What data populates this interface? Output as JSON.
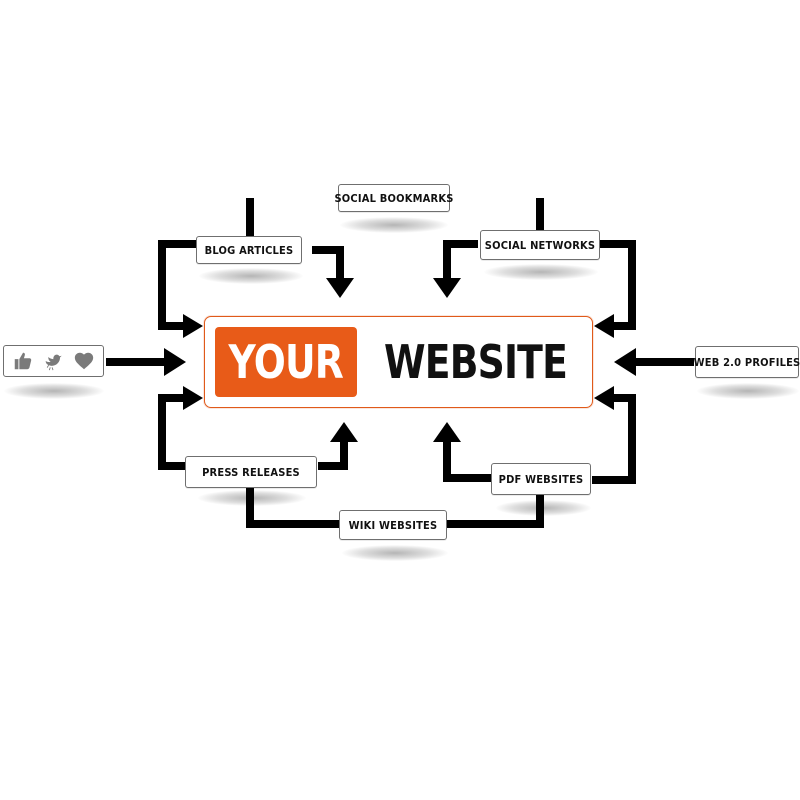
{
  "center": {
    "your_label": "YOUR",
    "website_label": "WEBSITE"
  },
  "sources": {
    "social_bookmarks": "SOCIAL BOOKMARKS",
    "blog_articles": "BLOG ARTICLES",
    "social_networks": "SOCIAL NETWORKS",
    "web_profiles": "WEB 2.0 PROFILES",
    "press_releases": "PRESS RELEASES",
    "pdf_websites": "PDF WEBSITES",
    "wiki_websites": "WIKI WEBSITES"
  },
  "icons": [
    "thumbs-up-icon",
    "bird-icon",
    "heart-icon"
  ],
  "colors": {
    "accent": "#e85b18",
    "arrow": "#000000",
    "box_border": "#6f6f6f",
    "text": "#111111"
  }
}
